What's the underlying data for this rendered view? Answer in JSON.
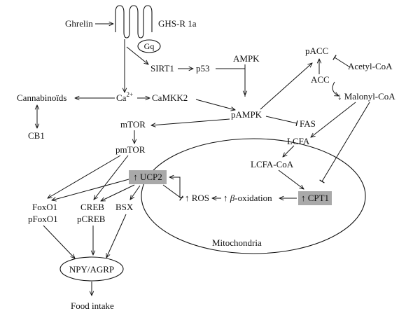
{
  "nodes": {
    "ghrelin": "Ghrelin",
    "ghsr": "GHS-R 1a",
    "gq": "Gq",
    "sirt1": "SIRT1",
    "p53": "p53",
    "ampk": "AMPK",
    "pacc": "pACC",
    "acc": "ACC",
    "acetyl_coa": "Acetyl-CoA",
    "malonyl_coa": "↓ Malonyl-CoA",
    "cannabinoids": "Cannabinoïds",
    "ca_base": "Ca",
    "ca_sup": "2+",
    "camkk2": "CaMKK2",
    "cb1": "CB1",
    "mtor": "mTOR",
    "pampk": "pAMPK",
    "fas": "FAS",
    "lcfa": "LCFA",
    "lcfa_coa": "LCFA-CoA",
    "pmtor": "pmTOR",
    "ucp2": "↑ UCP2",
    "ros": "↑ ROS",
    "beta_ox_pre": "↑ ",
    "beta_ox_beta": "β",
    "beta_ox_post": "-oxidation",
    "cpt1": "↑ CPT1",
    "foxo1": "FoxO1",
    "pfoxo1": "pFoxO1",
    "creb": "CREB",
    "pcreb": "pCREB",
    "bsx": "BSX",
    "mitochondria": "Mitochondria",
    "npy_agrp": "NPY/AGRP",
    "food_intake": "Food intake"
  }
}
